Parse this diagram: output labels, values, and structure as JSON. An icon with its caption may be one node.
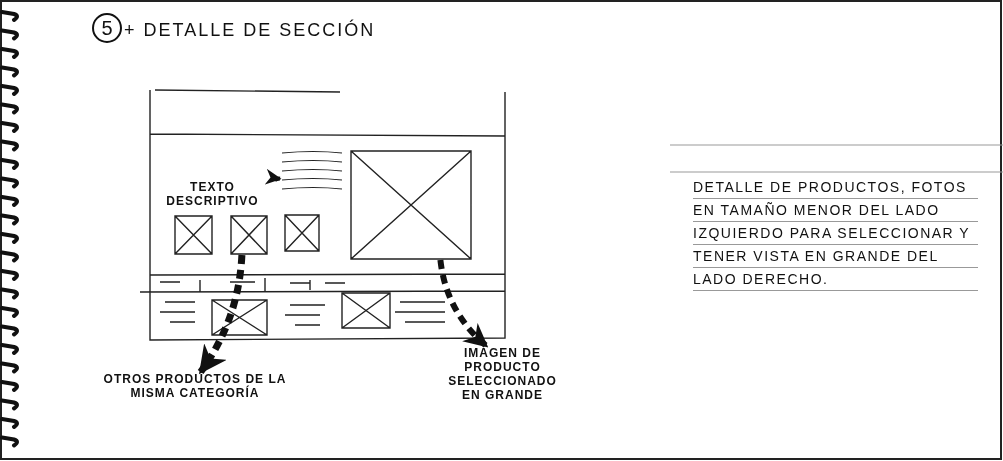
{
  "diagram": {
    "title": "+ DETALLE DE SECCIÓN",
    "nodes": [
      {
        "text": [],
        "shape": "picture"
      },
      {
        "text": [
          "TEXTO DESCRIPTIVO"
        ]
      },
      {
        "text": [],
        "shape": "picture"
      },
      {
        "text": [],
        "shape": "picture"
      },
      {
        "text": [
          "OTROS PRODUCTOS DE LA MISMA CATEGORÍA"
        ]
      },
      {
        "text": [
          "IMAGEN DE PRODUCTO SELECCIONADO EN GRANDE"
        ]
      }
    ],
    "edges": [
      {
        "from": 1,
        "to": 0,
        "arrow": "to",
        "style": "dashed"
      },
      {
        "from": 2,
        "to": 4,
        "arrow": "to",
        "style": "dashed"
      },
      {
        "from": 3,
        "to": 5,
        "arrow": "to",
        "style": "dashed"
      }
    ],
    "labels": [
      "5",
      "DETALLE DE PRODUCTOS, FOTOS EN TAMAÑO MENOR DEL LADO IZQUIERDO PARA SELECCIONAR Y TENER VISTA EN GRANDE DEL LADO DERECHO."
    ]
  }
}
